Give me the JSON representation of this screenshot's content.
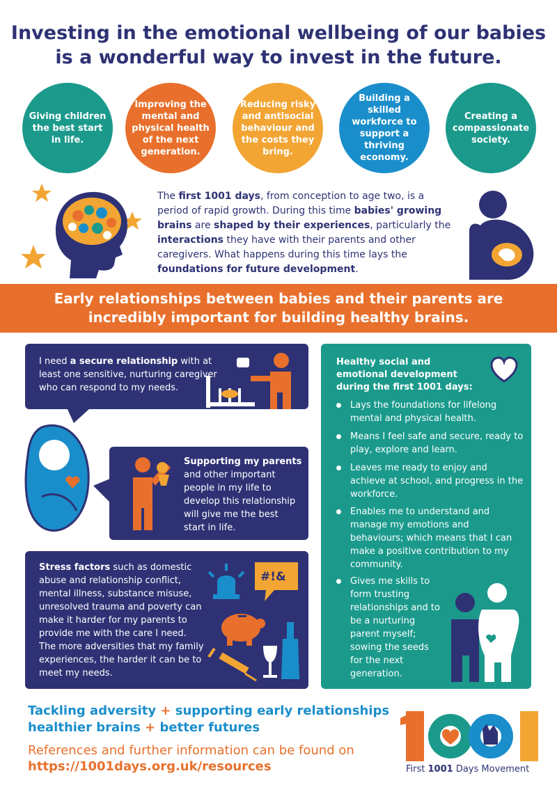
{
  "headline": {
    "line1": "Investing in the emotional wellbeing of our babies",
    "line2": "is a wonderful way to invest in the future."
  },
  "benefits": [
    {
      "text": "Giving children the best start in life.",
      "color": "#1b9a8c"
    },
    {
      "text": "Improving the mental and physical health of the next generation.",
      "color": "#e8702c"
    },
    {
      "text": "Reducing risky and antisocial behaviour and the costs they bring.",
      "color": "#f2a533"
    },
    {
      "text": "Building a skilled workforce to support a thriving economy.",
      "color": "#1a8ecb"
    },
    {
      "text": "Creating a compassionate society.",
      "color": "#1b9a8c"
    }
  ],
  "intro": {
    "p1": "The ",
    "b1": "first 1001 days",
    "p2": ", from conception to age two, is a period of rapid growth. During this time ",
    "b2": "babies' growing brains",
    "p3": " are ",
    "b3": "shaped by their experiences",
    "p4": ", particularly the ",
    "b4": "interactions",
    "p5": " they have with their parents and other caregivers. What happens during this time lays the ",
    "b5": "foundations for future development",
    "p6": "."
  },
  "banner": {
    "line1": "Early relationships between babies and their parents are",
    "line2": "incredibly important for building healthy brains."
  },
  "box1": {
    "p1": "I need ",
    "b1": "a secure relationship",
    "p2": " with at least one sensitive, nurturing caregiver who can respond to my needs."
  },
  "box2": {
    "b1": "Supporting my parents",
    "p2": " and other important people in my life to develop this relationship will give me the best start in life."
  },
  "box3": {
    "b1": "Stress factors",
    "p2": " such as domestic abuse and relationship conflict, mental illness, substance misuse, unresolved trauma and poverty can make it harder for my parents to provide me with the care I need. The more adversities that my family experiences, the harder it can be to meet my needs."
  },
  "speech_text": "#!&",
  "teal": {
    "title": "Healthy social and emotional development during the first 1001 days:",
    "bullets": [
      "Lays the foundations for lifelong mental and physical health.",
      "Means I feel safe and secure, ready to play, explore and learn.",
      "Leaves me ready to enjoy and achieve at school, and progress in the workforce.",
      "Enables me to understand and manage my emotions and behaviours; which means that I can make a positive contribution to my community.",
      "Gives me skills to form trusting relationships and to be a nurturing parent myself; sowing the seeds for the next generation."
    ]
  },
  "footer": {
    "a1": "Tackling adversity",
    "plus": "+",
    "a2": "supporting early relationships",
    "b1": "healthier brains",
    "b2": "better futures",
    "ref": "References and further information can be found on",
    "url": "https://1001days.org.uk/resources"
  },
  "logo": {
    "number": "1001",
    "cap_pre": "First ",
    "cap_bold": "1001",
    "cap_post": " Days Movement"
  },
  "colors": {
    "navy": "#2e3274",
    "orange": "#e8702c",
    "teal": "#1b9a8c",
    "blue": "#1a8ecb",
    "yellow": "#f2a533"
  }
}
